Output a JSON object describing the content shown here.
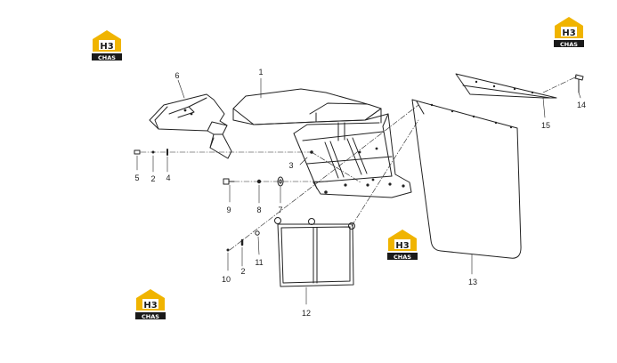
{
  "brand": {
    "logo_mark": "H3",
    "logo_text": "CHAS",
    "colors": {
      "roof": "#f0b400",
      "mark": "#1a1a1a",
      "plate": "#1a1a1a"
    }
  },
  "callouts": {
    "c1": "1",
    "c2a": "2",
    "c2b": "2",
    "c3": "3",
    "c4": "4",
    "c5": "5",
    "c6": "6",
    "c7": "7",
    "c8": "8",
    "c9": "9",
    "c10": "10",
    "c11": "11",
    "c12": "12",
    "c13": "13",
    "c14": "14",
    "c15": "15"
  }
}
